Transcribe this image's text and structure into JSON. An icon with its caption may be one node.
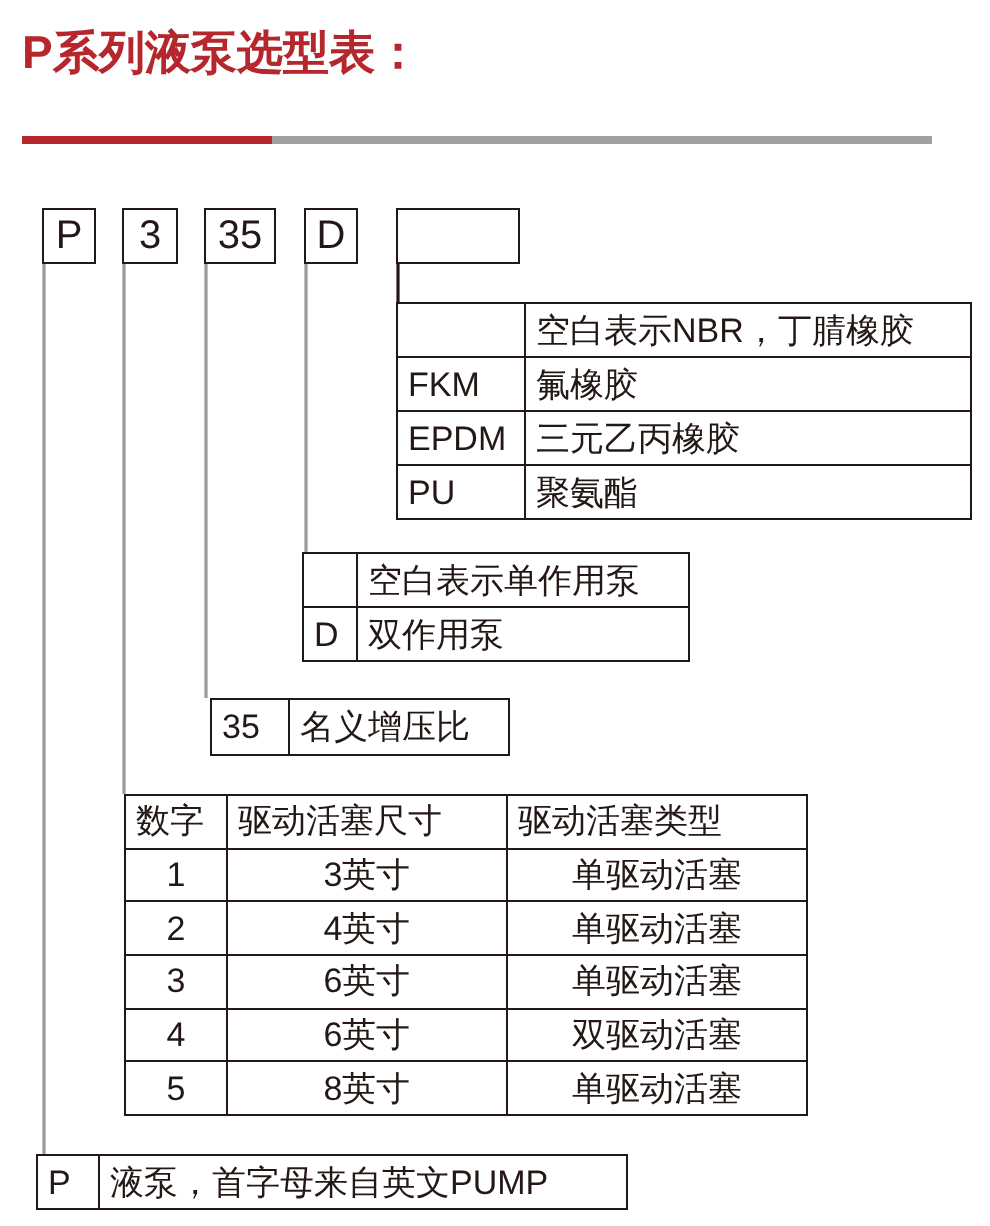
{
  "diagram": {
    "title": "P系列液泵选型表：",
    "nodes": [
      {
        "text": [
          "P"
        ]
      },
      {
        "text": [
          "3"
        ]
      },
      {
        "text": [
          "35"
        ]
      },
      {
        "text": [
          "D"
        ]
      },
      {
        "text": [],
        "shape": "box"
      },
      {
        "text": [],
        "shape": "box"
      },
      {
        "text": [
          "空白表示NBR，丁腈橡胶"
        ],
        "in": 5
      },
      {
        "text": [
          "FKM",
          "氟橡胶"
        ],
        "in": 5
      },
      {
        "text": [
          "EPDM",
          "三元乙丙橡胶"
        ],
        "in": 5
      },
      {
        "text": [
          "PU",
          "聚氨酯"
        ],
        "in": 5
      },
      {
        "text": [],
        "shape": "box"
      },
      {
        "text": [
          "空白表示单作用泵"
        ],
        "in": 10
      },
      {
        "text": [
          "D",
          "双作用泵"
        ],
        "in": 10
      },
      {
        "text": [
          "35",
          "名义增压比"
        ]
      },
      {
        "text": [],
        "shape": "box"
      },
      {
        "text": [
          "数字",
          "驱动活塞尺寸",
          "驱动活塞类型"
        ],
        "in": 14
      },
      {
        "text": [
          "1",
          "3英寸",
          "单驱动活塞"
        ],
        "in": 14
      },
      {
        "text": [
          "2",
          "4英寸",
          "单驱动活塞"
        ],
        "in": 14
      },
      {
        "text": [
          "3",
          "6英寸",
          "单驱动活塞"
        ],
        "in": 14
      },
      {
        "text": [
          "4",
          "6英寸",
          "双驱动活塞"
        ],
        "in": 14
      },
      {
        "text": [
          "5",
          "8英寸",
          "单驱动活塞"
        ],
        "in": 14
      },
      {
        "text": [
          "P",
          "液泵，首字母来自英文PUMP"
        ]
      }
    ],
    "edges": [
      {
        "from": 4,
        "to": 5,
        "arrow": "none",
        "color": "#231815"
      },
      {
        "from": 3,
        "to": 10,
        "arrow": "none"
      },
      {
        "from": 2,
        "to": 13,
        "arrow": "none"
      },
      {
        "from": 1,
        "to": 14,
        "arrow": "none"
      },
      {
        "from": 0,
        "to": 21,
        "arrow": "none"
      }
    ]
  }
}
